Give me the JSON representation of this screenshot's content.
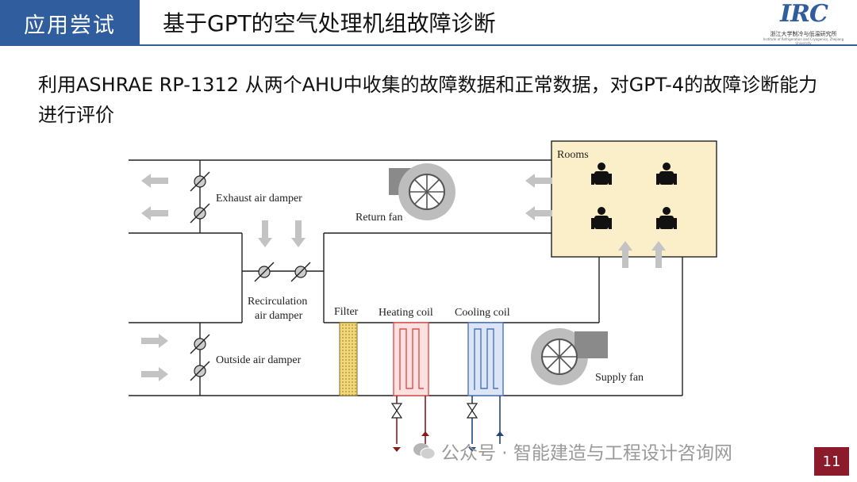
{
  "header": {
    "section_tab": "应用尝试",
    "title": "基于GPT的空气处理机组故障诊断"
  },
  "logo": {
    "mark": "IRC",
    "org_cn": "浙江大学制冷与低温研究所",
    "org_en": "Institute of Refrigeration and Cryogenics, Zhejiang University"
  },
  "description": "利用ASHRAE  RP-1312 从两个AHU中收集的故障数据和正常数据，对GPT-4的故障诊断能力进行评价",
  "diagram": {
    "rooms": "Rooms",
    "exhaust_damper": "Exhaust air damper",
    "return_fan": "Return fan",
    "recirc_line1": "Recirculation",
    "recirc_line2": "air damper",
    "filter": "Filter",
    "heating_coil": "Heating coil",
    "cooling_coil": "Cooling coil",
    "outside_damper": "Outside air damper",
    "supply_fan": "Supply fan"
  },
  "watermark": "公众号 · 智能建造与工程设计咨询网",
  "page_number": "11",
  "colors": {
    "header_blue": "#2f5d9e",
    "rooms_fill": "#fbefc9",
    "heating": "#e05050",
    "cooling": "#4a74b8",
    "page_badge": "#8b1a2b"
  }
}
